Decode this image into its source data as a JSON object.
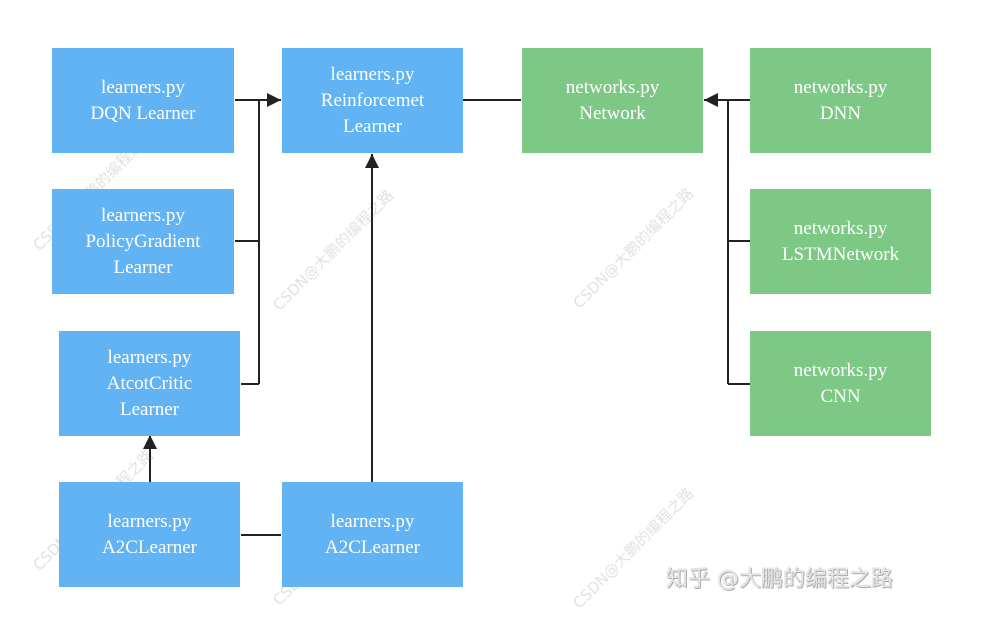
{
  "nodes": {
    "dqn": {
      "lines": [
        "learners.py",
        "DQN Learner"
      ]
    },
    "rl": {
      "lines": [
        "learners.py",
        "Reinforcemet",
        "Learner"
      ]
    },
    "network": {
      "lines": [
        "networks.py",
        "Network"
      ]
    },
    "dnn": {
      "lines": [
        "networks.py",
        "DNN"
      ]
    },
    "pg": {
      "lines": [
        "learners.py",
        "PolicyGradient",
        "Learner"
      ]
    },
    "lstm": {
      "lines": [
        "networks.py",
        "LSTMNetwork"
      ]
    },
    "ac": {
      "lines": [
        "learners.py",
        "AtcotCritic",
        "Learner"
      ]
    },
    "cnn": {
      "lines": [
        "networks.py",
        "CNN"
      ]
    },
    "a2c_left": {
      "lines": [
        "learners.py",
        "A2CLearner"
      ]
    },
    "a2c_mid": {
      "lines": [
        "learners.py",
        "A2CLearner"
      ]
    }
  },
  "colors": {
    "learner": "#61b3f4",
    "network": "#7ec886",
    "edge": "#222222"
  },
  "watermark": "CSDN@大鹏的编程之路",
  "credit": "知乎 @大鹏的编程之路"
}
